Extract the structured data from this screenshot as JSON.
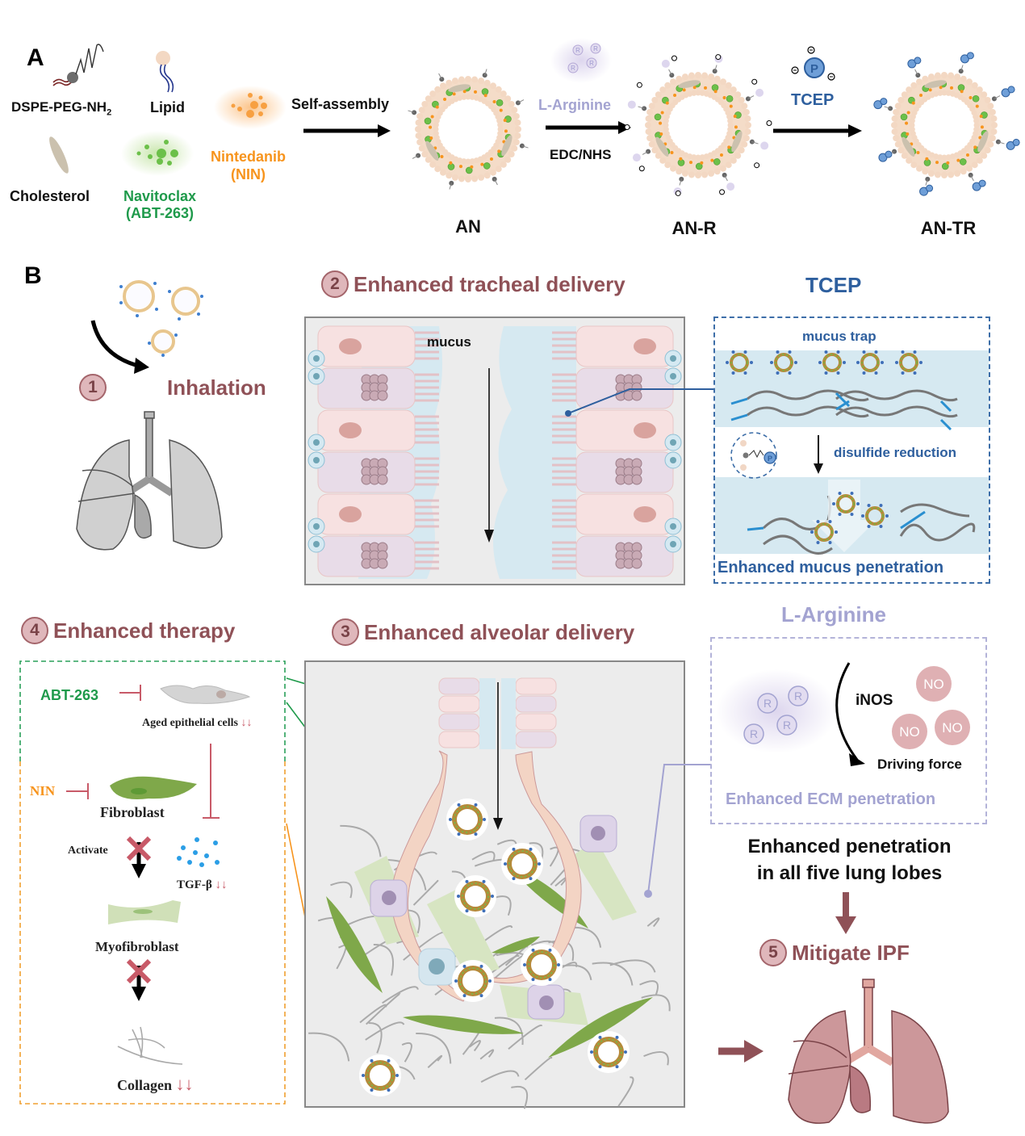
{
  "panel_a": {
    "label": "A",
    "components": {
      "dspe": {
        "name": "DSPE-PEG-NH",
        "subscript": "2"
      },
      "lipid": "Lipid",
      "cholesterol": "Cholesterol",
      "navitoclax": [
        "Navitoclax",
        "(ABT-263)"
      ],
      "nintedanib": [
        "Nintedanib",
        "(NIN)"
      ]
    },
    "steps": {
      "self_assembly": "Self-assembly",
      "l_arginine": "L-Arginine",
      "edc_nhs": "EDC/NHS",
      "tcep": "TCEP"
    },
    "reagent_glyphs": {
      "arginine": "R",
      "tcep": "P"
    },
    "products": [
      "AN",
      "AN-R",
      "AN-TR"
    ]
  },
  "panel_b": {
    "label": "B",
    "step1": {
      "number": "1",
      "title": "Inhalation"
    },
    "step2": {
      "number": "2",
      "title": "Enhanced tracheal delivery",
      "mucus_label": "mucus"
    },
    "tcep_inset": {
      "title": "TCEP",
      "mucus_trap": "mucus trap",
      "disulfide_reduction": "disulfide reduction",
      "result": "Enhanced mucus penetration",
      "glyph": "P"
    },
    "step3": {
      "number": "3",
      "title": "Enhanced alveolar delivery"
    },
    "step4": {
      "number": "4",
      "title": "Enhanced therapy",
      "abt": "ABT-263",
      "aged_cells": "Aged epithelial cells",
      "nin": "NIN",
      "fibroblast": "Fibroblast",
      "activate": "Activate",
      "tgf": "TGF-β",
      "myofibroblast": "Myofibroblast",
      "collagen": "Collagen",
      "decrease_arrows": "↓↓"
    },
    "arginine_inset": {
      "title": "L-Arginine",
      "enzyme": "iNOS",
      "driving_force": "Driving force",
      "result": "Enhanced ECM penetration",
      "glyph_r": "R",
      "glyph_no": "NO"
    },
    "lobes_text": [
      "Enhanced penetration",
      "in all five lung lobes"
    ],
    "step5": {
      "number": "5",
      "title": "Mitigate IPF"
    }
  },
  "colors": {
    "maroon": "#8f5157",
    "green": "#1f9a4b",
    "orange": "#f7941d",
    "tcep_blue": "#2e5f9e",
    "arginine_purple": "#a3a3d1",
    "inhibit_red": "#c85a68"
  }
}
